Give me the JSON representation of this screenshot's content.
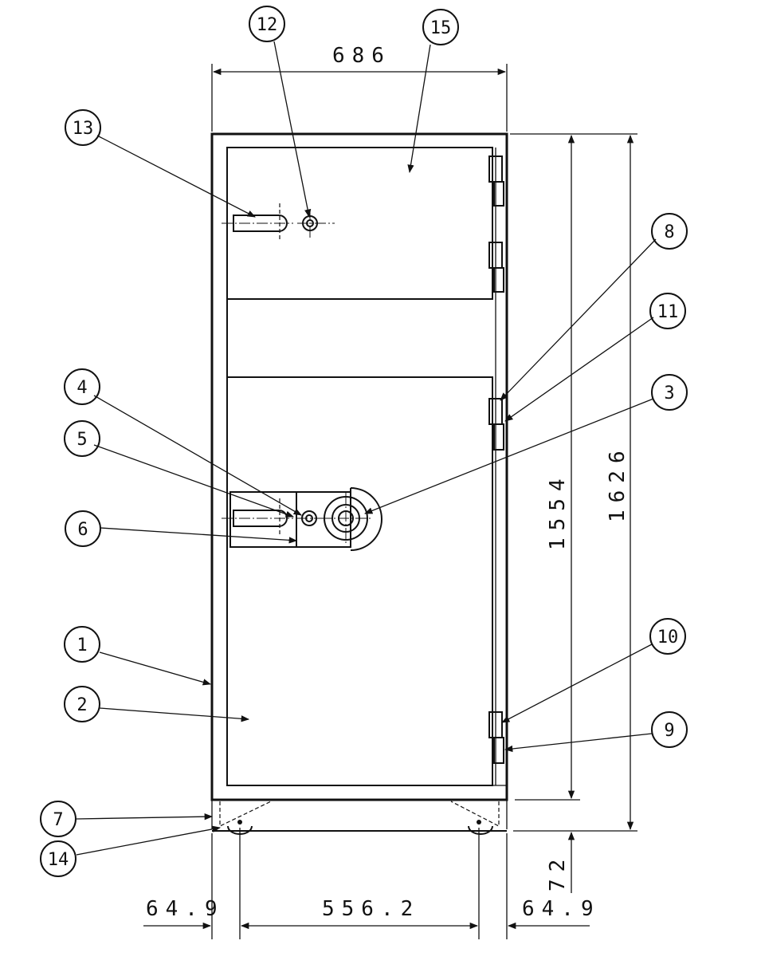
{
  "drawing": {
    "dimensions": {
      "overall_width": "686",
      "door_height": "1554",
      "overall_height": "1626",
      "base_height": "72",
      "left_offset": "64.9",
      "foot_spacing": "556.2",
      "right_offset": "64.9"
    },
    "balloons": {
      "b1": "1",
      "b2": "2",
      "b3": "3",
      "b4": "4",
      "b5": "5",
      "b6": "6",
      "b7": "7",
      "b8": "8",
      "b9": "9",
      "b10": "10",
      "b11": "11",
      "b12": "12",
      "b13": "13",
      "b14": "14",
      "b15": "15"
    }
  }
}
